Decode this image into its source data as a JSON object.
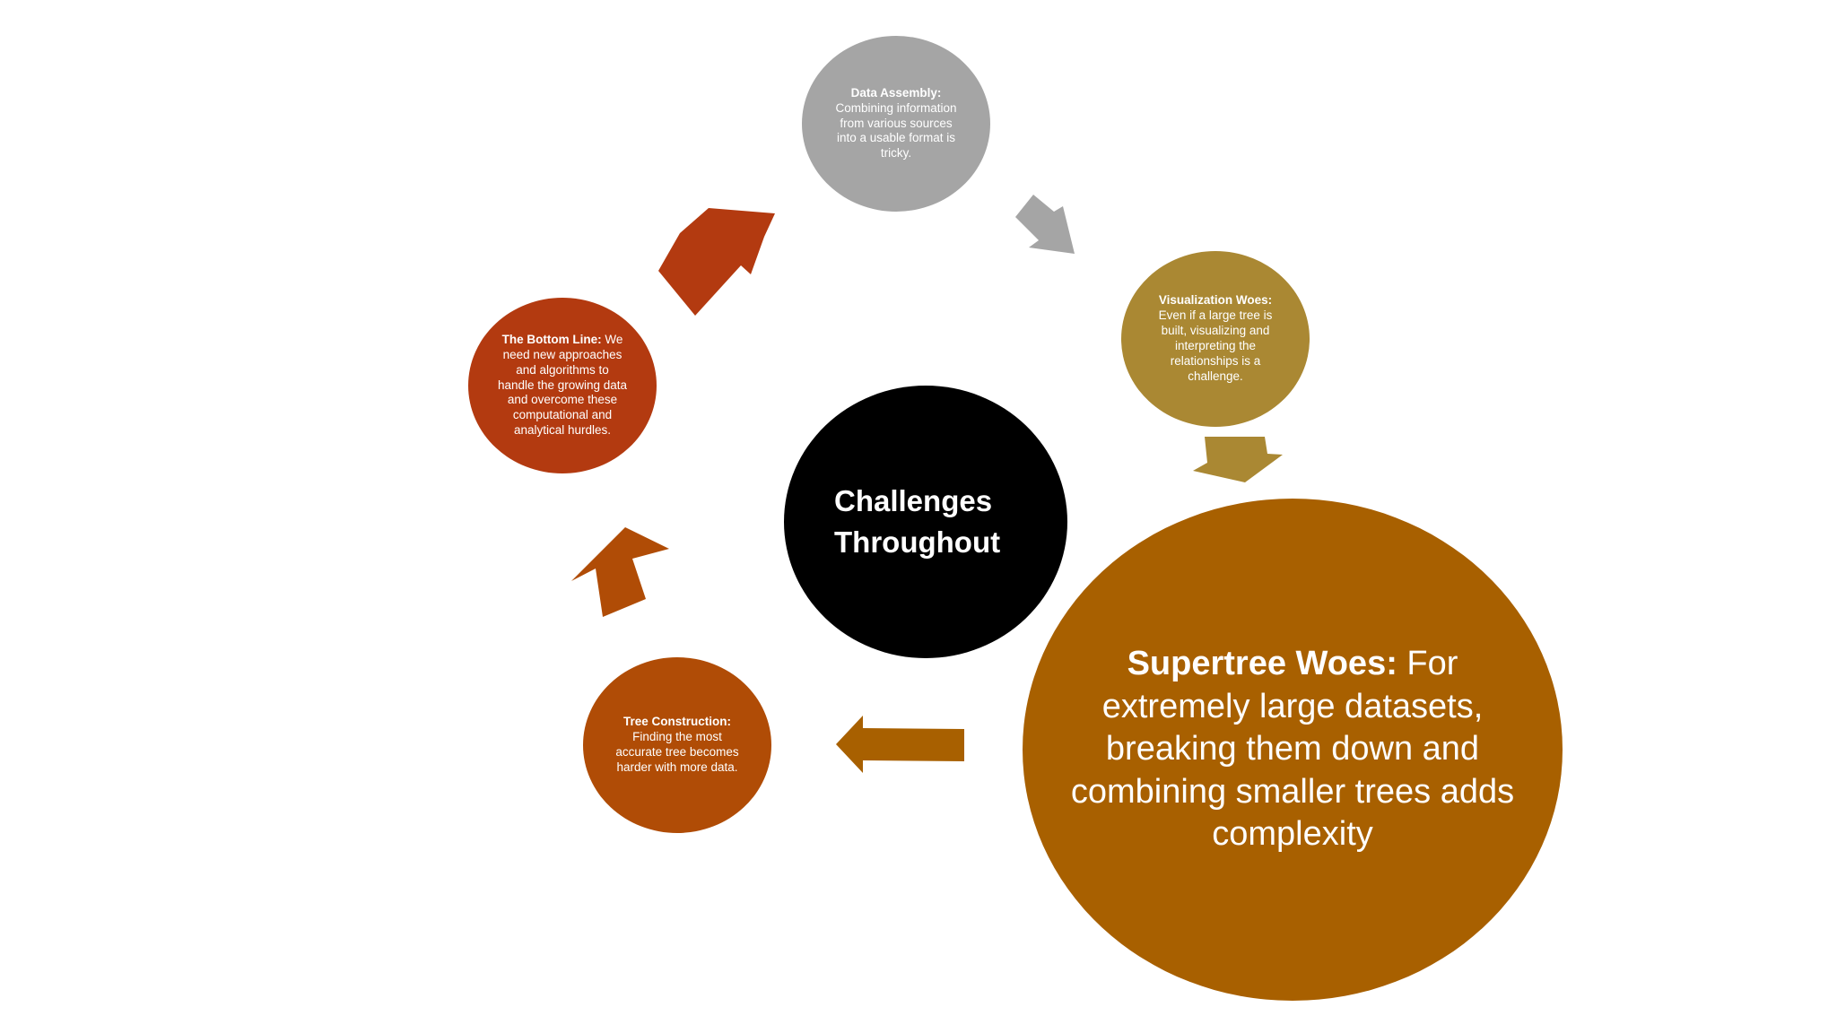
{
  "center": {
    "title": "Challenges Throughout"
  },
  "nodes": {
    "data_assembly": {
      "bold": "Data Assembly:",
      "text": " Combining information from various sources into a usable format is tricky."
    },
    "visualization": {
      "bold": "Visualization Woes:",
      "text": " Even if a large tree is built, visualizing and interpreting the relationships is a challenge."
    },
    "supertree": {
      "bold": "Supertree Woes:",
      "text": " For extremely large datasets, breaking them down and combining smaller trees adds complexity"
    },
    "tree_construction": {
      "bold": "Tree Construction:",
      "text": " Finding the most accurate tree becomes harder with more data."
    },
    "bottom_line": {
      "bold": "The Bottom Line:",
      "text": " We need new approaches and algorithms to handle the growing data and overcome these computational and analytical hurdles."
    }
  },
  "colors": {
    "data_assembly": "#a5a5a5",
    "visualization": "#aa8833",
    "supertree": "#a86000",
    "tree_construction": "#b04c06",
    "bottom_line": "#b33a10",
    "center": "#000000",
    "arrow_gray": "#a5a5a5",
    "arrow_gold": "#aa8833",
    "arrow_brown": "#a86000",
    "arrow_rust": "#b04c06",
    "arrow_red": "#b33a10"
  }
}
